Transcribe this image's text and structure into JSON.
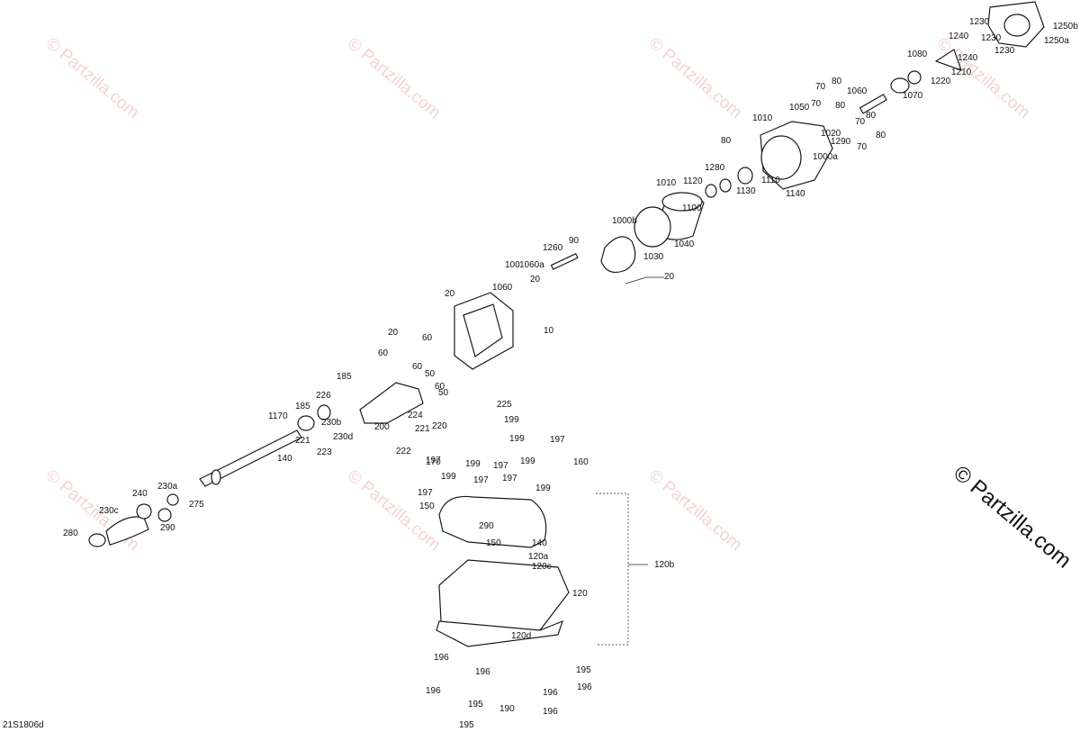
{
  "diagram_id": "21S1806d",
  "watermark_text": "© Partzilla.com",
  "brand_label": "© Partzilla.com",
  "colors": {
    "line": "#1a1a1a",
    "watermark": "#e8b0b0"
  },
  "callouts": [
    "1250b",
    "1230",
    "1250a",
    "1240",
    "1230",
    "1230",
    "1080",
    "1240",
    "1210",
    "1220",
    "1070",
    "80",
    "70",
    "80",
    "70",
    "1060",
    "1050",
    "1010",
    "80",
    "70",
    "1020",
    "1290",
    "80",
    "70",
    "80",
    "1000a",
    "1280",
    "1120",
    "1130",
    "1110",
    "1100",
    "1140",
    "1010",
    "1000b",
    "90",
    "1260",
    "1040",
    "1030",
    "1060a",
    "100",
    "20",
    "1060",
    "20",
    "20",
    "10",
    "20",
    "60",
    "60",
    "60",
    "50",
    "50",
    "60",
    "185",
    "226",
    "225",
    "185",
    "1170",
    "230b",
    "224",
    "200",
    "221",
    "221",
    "230d",
    "223",
    "222",
    "220",
    "199",
    "197",
    "199",
    "197",
    "170",
    "199",
    "197",
    "199",
    "160",
    "199",
    "197",
    "197",
    "199",
    "197",
    "150",
    "140",
    "230a",
    "240",
    "275",
    "230c",
    "280",
    "290",
    "290",
    "150",
    "140",
    "120a",
    "120c",
    "120b",
    "120",
    "120d",
    "196",
    "196",
    "195",
    "196",
    "196",
    "196",
    "195",
    "190",
    "196",
    "195",
    "190"
  ]
}
